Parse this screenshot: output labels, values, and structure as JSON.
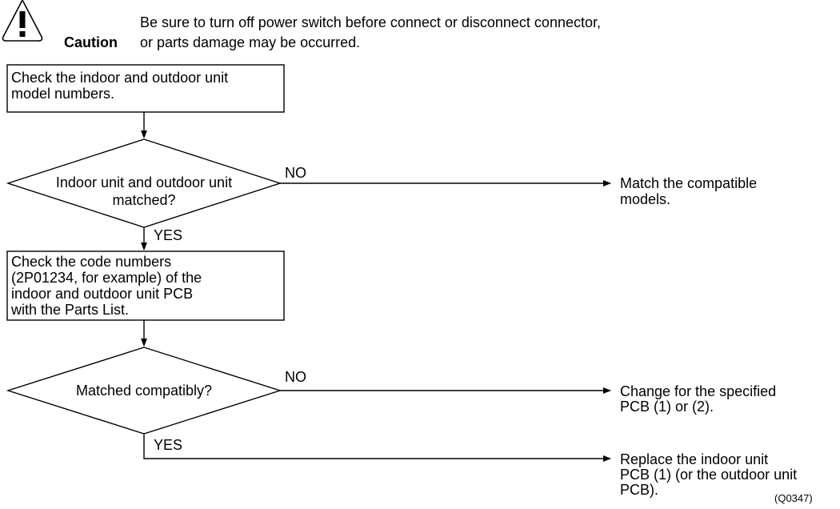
{
  "caution": {
    "label": "Caution",
    "message_line1": "Be sure to turn off power switch before connect or disconnect connector,",
    "message_line2": "or parts damage may be occurred."
  },
  "flow": {
    "step1": {
      "line1": "Check the indoor and outdoor unit",
      "line2": "model numbers."
    },
    "decision1": {
      "line1": "Indoor unit and outdoor unit",
      "line2": "matched?",
      "no_label": "NO",
      "yes_label": "YES",
      "no_result_line1": "Match the compatible",
      "no_result_line2": "models."
    },
    "step2": {
      "line1": "Check the code numbers",
      "line2": "(2P01234, for example) of the",
      "line3": "indoor and outdoor unit PCB",
      "line4": "with the Parts List."
    },
    "decision2": {
      "line1": "Matched compatibly?",
      "no_label": "NO",
      "yes_label": "YES",
      "no_result_line1": "Change for the specified",
      "no_result_line2": "PCB (1) or (2).",
      "yes_result_line1": "Replace the indoor unit",
      "yes_result_line2": "PCB (1) (or the outdoor unit",
      "yes_result_line3": "PCB)."
    },
    "figure_code": "(Q0347)"
  }
}
